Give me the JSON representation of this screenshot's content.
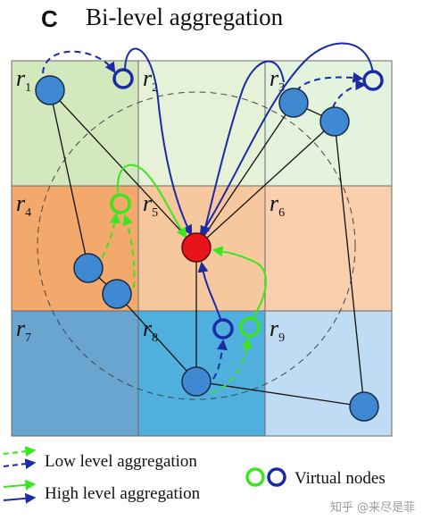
{
  "panel_letter": "C",
  "title": "Bi-level aggregation",
  "regions": [
    {
      "id": "r1",
      "base": "r",
      "sub": "1",
      "color": "#d3e8bd"
    },
    {
      "id": "r2",
      "base": "r",
      "sub": "2",
      "color": "#e6f2d8"
    },
    {
      "id": "r3",
      "base": "r",
      "sub": "3",
      "color": "#e4f3de"
    },
    {
      "id": "r4",
      "base": "r",
      "sub": "4",
      "color": "#f2a96b"
    },
    {
      "id": "r5",
      "base": "r",
      "sub": "5",
      "color": "#f7c89d"
    },
    {
      "id": "r6",
      "base": "r",
      "sub": "6",
      "color": "#f9cfae"
    },
    {
      "id": "r7",
      "base": "r",
      "sub": "7",
      "color": "#6aa5cf"
    },
    {
      "id": "r8",
      "base": "r",
      "sub": "8",
      "color": "#4fb0dd"
    },
    {
      "id": "r9",
      "base": "r",
      "sub": "9",
      "color": "#bfdcf4"
    }
  ],
  "legend": {
    "low_level": "Low level aggregation",
    "high_level": "High level aggregation",
    "virtual_nodes": "Virtual nodes"
  },
  "colors": {
    "node_fill": "#3f89d3",
    "center_node": "#e8141a",
    "blue_arrow": "#1b2aa6",
    "green_arrow": "#3ce61e"
  },
  "watermark": "知乎 @来尽是菲"
}
